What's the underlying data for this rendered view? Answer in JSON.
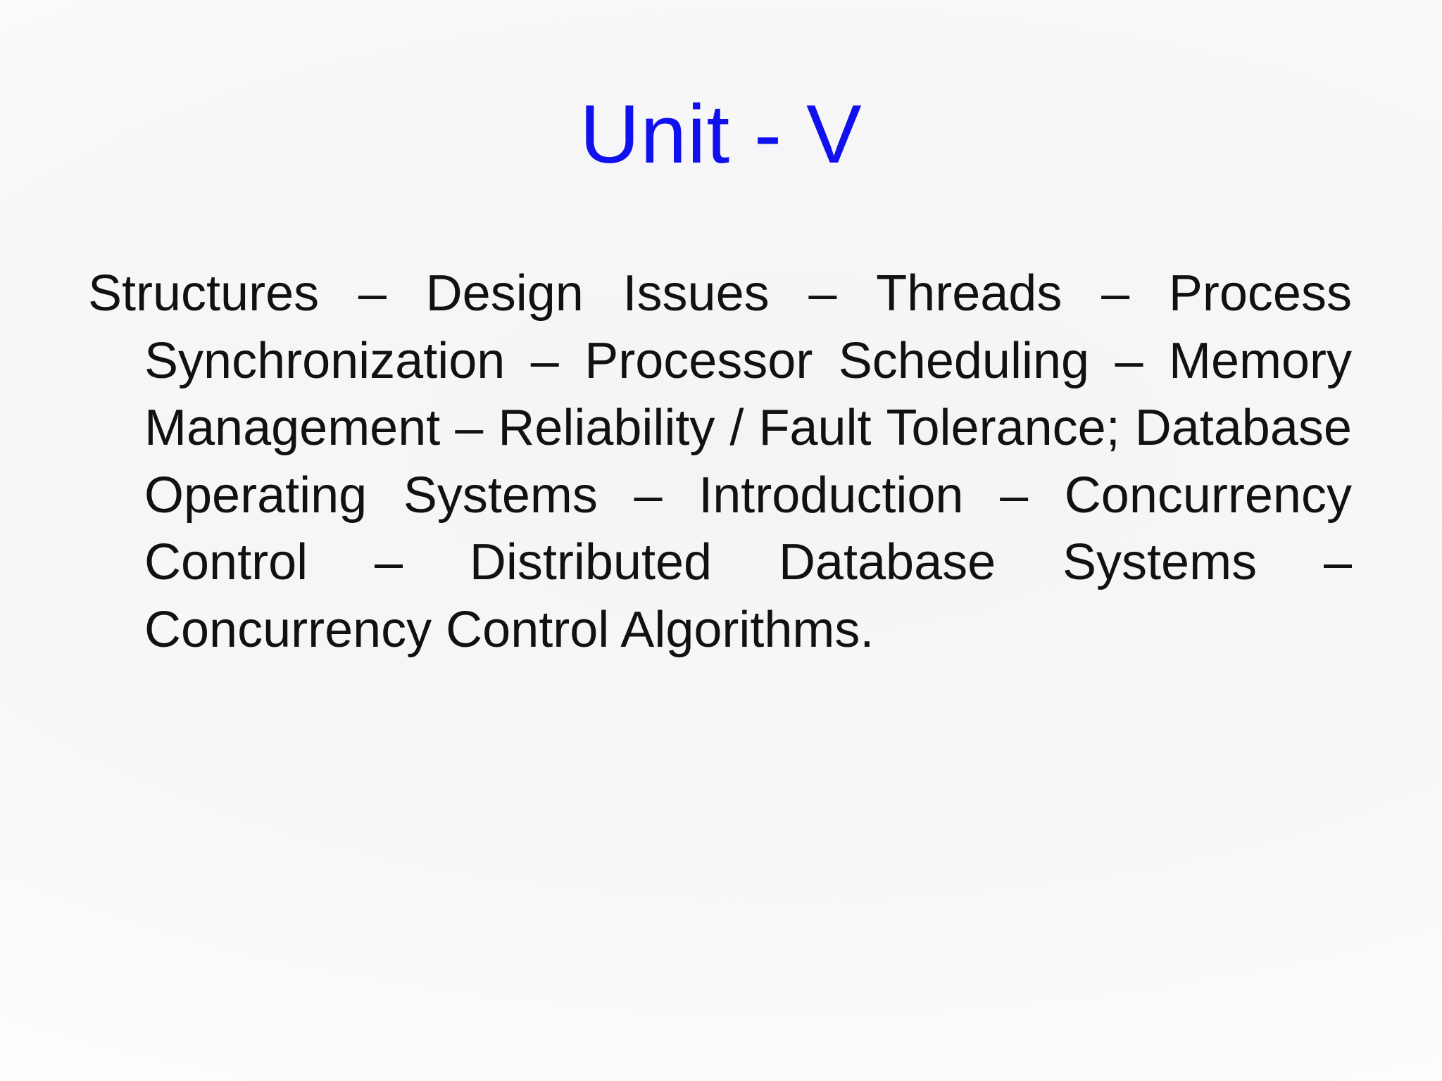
{
  "slide": {
    "title": "Unit - V",
    "title_color": "#1111ee",
    "text_color": "#111111",
    "background_color": "#f6f6f7",
    "full_text": "Structures – Design Issues – Threads – Process Synchronization – Processor Scheduling – Memory Management – Reliability / Fault Tolerance; Database Operating Systems – Introduction – Concurrency Control – Distributed Database Systems – Concurrency Control Algorithms.",
    "body_lines": [
      {
        "words": [
          "Structures",
          "–",
          "Design",
          "Issues",
          "–",
          "Threads",
          "–",
          "Process"
        ],
        "justify": true,
        "indent": false
      },
      {
        "words": [
          "Synchronization",
          "–",
          "Processor",
          "Scheduling",
          "–",
          "Memory"
        ],
        "justify": true,
        "indent": true
      },
      {
        "words": [
          "Management",
          "–",
          "Reliability",
          "/",
          "Fault",
          "Tolerance;",
          "Database"
        ],
        "justify": true,
        "indent": true
      },
      {
        "words": [
          "Operating",
          "Systems",
          "–",
          "Introduction",
          "–",
          "Concurrency"
        ],
        "justify": true,
        "indent": true
      },
      {
        "words": [
          "Control",
          "–",
          "Distributed",
          "Database",
          "Systems",
          "–"
        ],
        "justify": true,
        "indent": true
      },
      {
        "words": [
          "Concurrency",
          "Control",
          "Algorithms."
        ],
        "justify": false,
        "indent": true
      }
    ]
  }
}
